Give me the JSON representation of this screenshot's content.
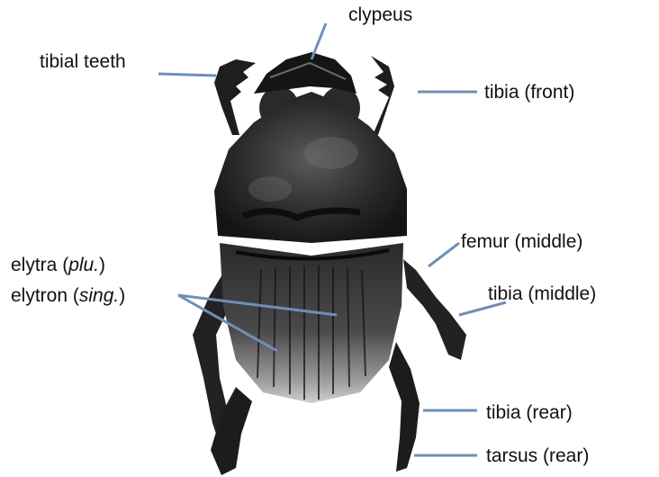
{
  "labels": {
    "clypeus": "clypeus",
    "tibial_teeth": "tibial teeth",
    "tibia_front": "tibia (front)",
    "femur_middle": "femur (middle)",
    "tibia_middle": "tibia (middle)",
    "tibia_rear": "tibia (rear)",
    "tarsus_rear": "tarsus (rear)",
    "elytra": {
      "word": "elytra",
      "open": " (",
      "term": "plu.",
      "close": ")"
    },
    "elytron": {
      "word": "elytron",
      "open": " (",
      "term": "sing.",
      "close": ")"
    }
  },
  "colors": {
    "leader_line": "#6f8fb5",
    "beetle_dark": "#141414",
    "beetle_mid": "#3a3a3a",
    "beetle_highlight": "#bdbdbd"
  }
}
